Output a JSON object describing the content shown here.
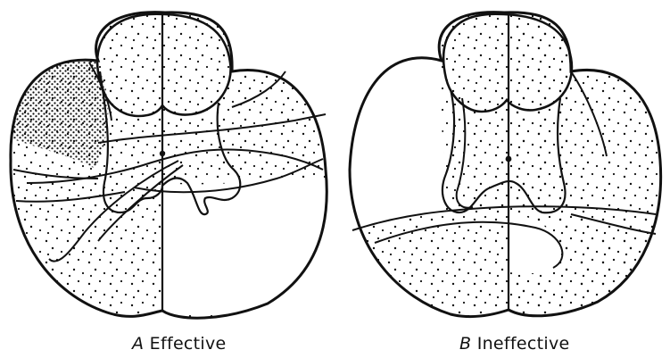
{
  "panels": [
    {
      "letter": "A",
      "label": "Effective"
    },
    {
      "letter": "B",
      "label": "Ineffective"
    }
  ],
  "colors": {
    "ink": "#111111",
    "background": "#ffffff",
    "stipple": "#111111"
  }
}
